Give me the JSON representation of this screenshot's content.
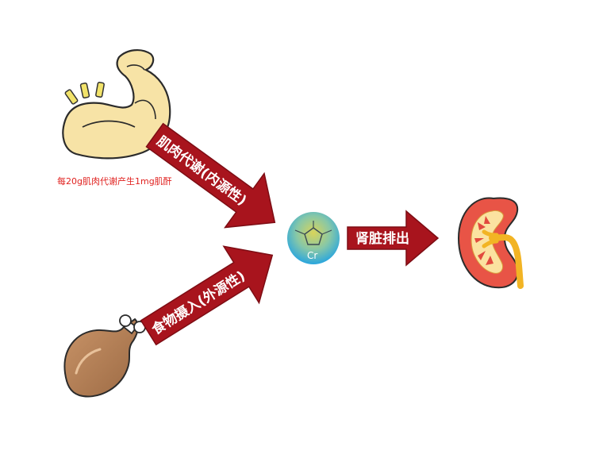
{
  "muscle": {
    "caption": "每20g肌肉代谢产生1mg肌酐",
    "arrow_label": "肌肉代谢(内源性)"
  },
  "food": {
    "arrow_label": "食物摄入(外源性)"
  },
  "kidney": {
    "arrow_label": "肾脏排出"
  },
  "molecule": {
    "label": "Cr"
  },
  "colors": {
    "arrow": "#a8141d",
    "arrow_dark": "#7d0d14",
    "caption": "#e0211f",
    "skin": "#f7e3a6",
    "meat": "#b88258",
    "kidney_outer": "#e85446",
    "kidney_inner": "#fbe2a0",
    "ureter": "#f2b424"
  }
}
